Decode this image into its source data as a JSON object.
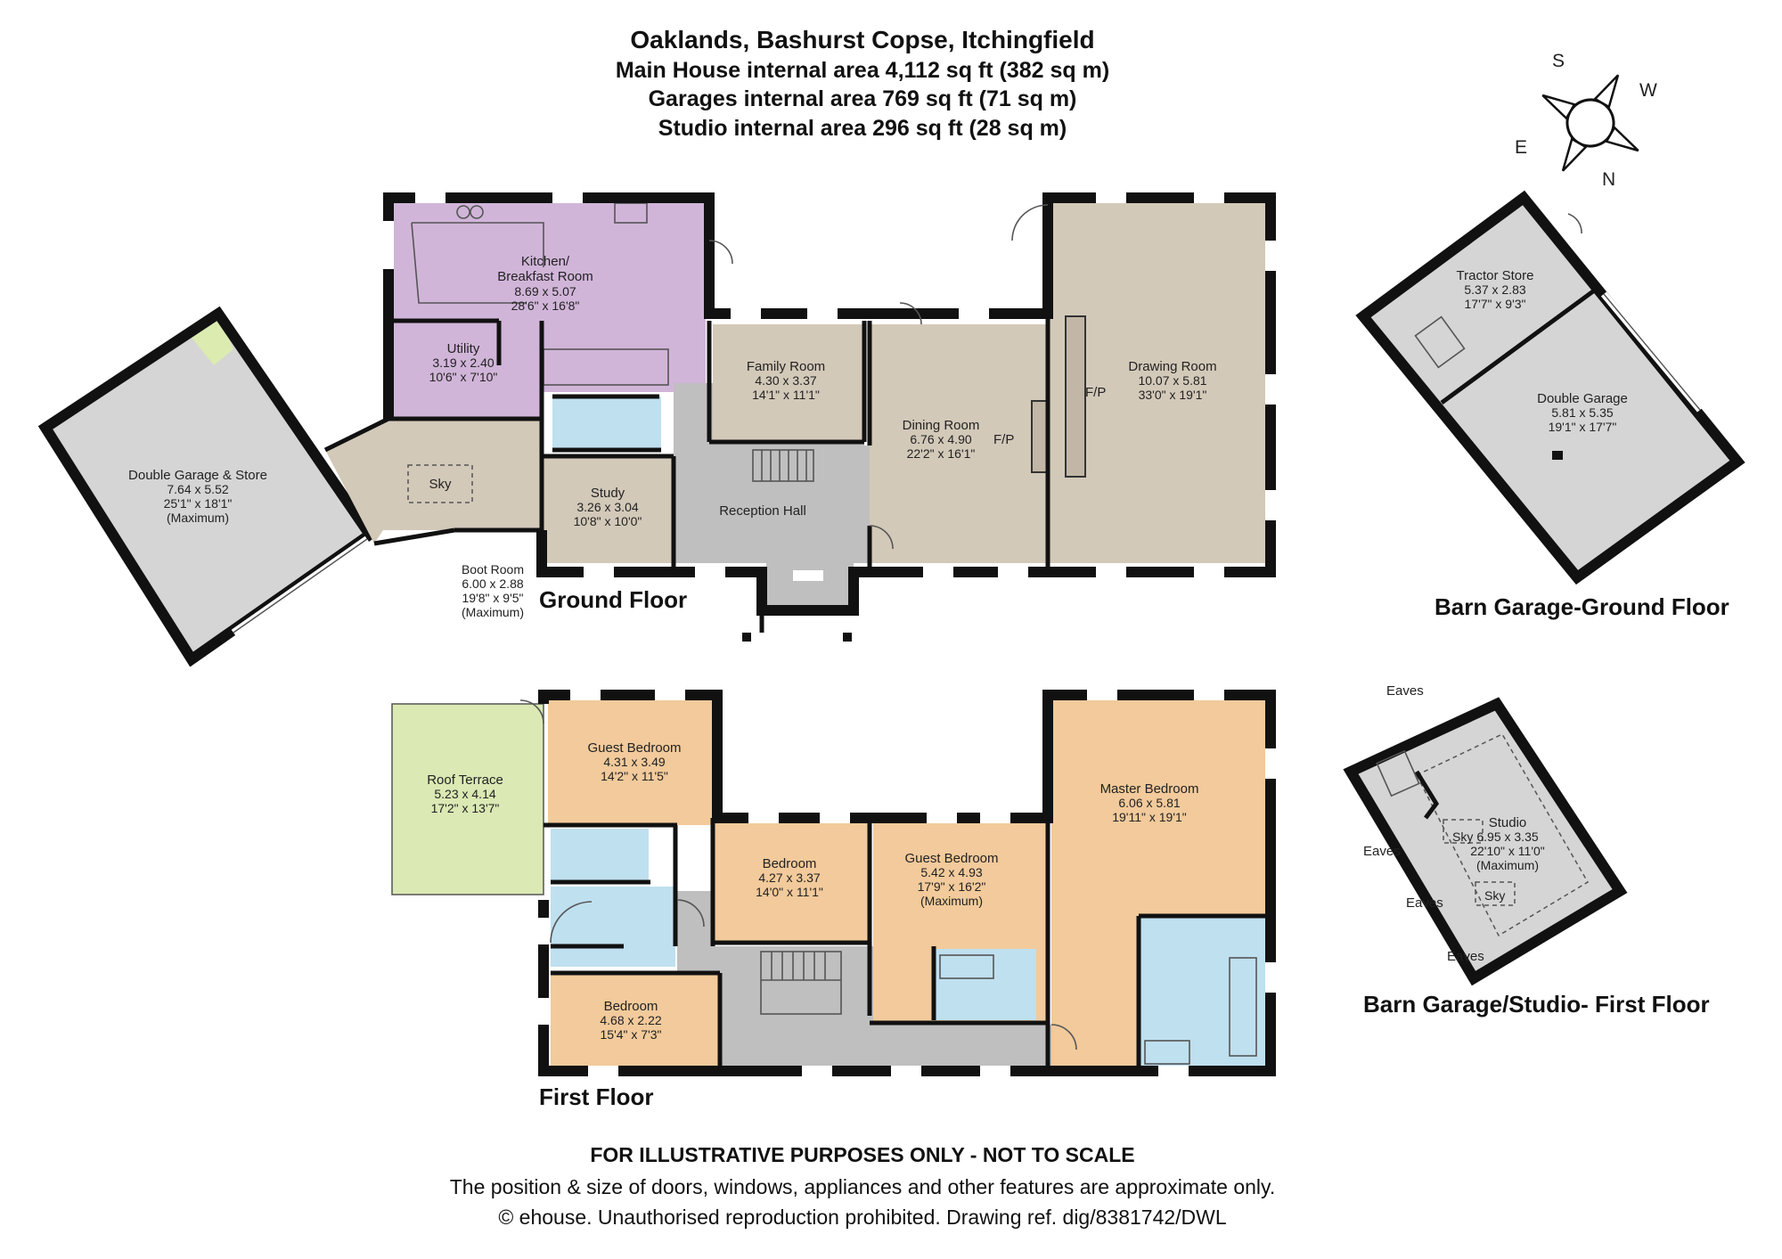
{
  "header": {
    "address": "Oaklands, Bashurst Copse, Itchingfield",
    "main_house_area": "Main House internal area 4,112 sq ft (382 sq m)",
    "garages_area": "Garages internal area 769 sq ft (71 sq m)",
    "studio_area": "Studio internal area 296 sq ft (28 sq m)"
  },
  "compass": {
    "s": "S",
    "w": "W",
    "e": "E",
    "n": "N"
  },
  "colors": {
    "kitchen": "#d1b5d9",
    "living": "#d3c9b9",
    "circulation": "#bfbfbf",
    "bathroom": "#bfe0ef",
    "bedroom": "#f2ca9b",
    "terrace": "#dbe9b4",
    "garage": "#d5d5d5",
    "cupboard": "#dcebb0",
    "walls": "#111111"
  },
  "floors": {
    "ground": "Ground Floor",
    "first": "First Floor",
    "barn_ground": "Barn Garage-Ground Floor",
    "barn_first": "Barn Garage/Studio- First Floor"
  },
  "rooms": {
    "kitchen": {
      "name": "Kitchen/",
      "name2": "Breakfast Room",
      "metric": "8.69 x 5.07",
      "imperial": "28'6\" x 16'8\""
    },
    "utility": {
      "name": "Utility",
      "metric": "3.19 x 2.40",
      "imperial": "10'6\" x 7'10\""
    },
    "double_garage_store": {
      "name": "Double Garage & Store",
      "metric": "7.64 x 5.52",
      "imperial": "25'1\" x 18'1\"",
      "note": "(Maximum)"
    },
    "sky": "Sky",
    "boot_room": {
      "name": "Boot Room",
      "metric": "6.00 x 2.88",
      "imperial": "19'8\" x 9'5\"",
      "note": "(Maximum)"
    },
    "study": {
      "name": "Study",
      "metric": "3.26 x 3.04",
      "imperial": "10'8\" x 10'0\""
    },
    "reception_hall": {
      "name": "Reception Hall"
    },
    "family_room": {
      "name": "Family Room",
      "metric": "4.30 x 3.37",
      "imperial": "14'1\" x 11'1\""
    },
    "dining_room": {
      "name": "Dining Room",
      "metric": "6.76 x 4.90",
      "imperial": "22'2\" x 16'1\""
    },
    "drawing_room": {
      "name": "Drawing Room",
      "metric": "10.07 x 5.81",
      "imperial": "33'0\" x 19'1\""
    },
    "fp": "F/P",
    "roof_terrace": {
      "name": "Roof Terrace",
      "metric": "5.23 x 4.14",
      "imperial": "17'2\" x 13'7\""
    },
    "guest_bedroom_1": {
      "name": "Guest Bedroom",
      "metric": "4.31 x 3.49",
      "imperial": "14'2\" x 11'5\""
    },
    "bedroom_1": {
      "name": "Bedroom",
      "metric": "4.27 x 3.37",
      "imperial": "14'0\" x 11'1\""
    },
    "guest_bedroom_2": {
      "name": "Guest Bedroom",
      "metric": "5.42 x 4.93",
      "imperial": "17'9\" x 16'2\"",
      "note": "(Maximum)"
    },
    "master_bedroom": {
      "name": "Master Bedroom",
      "metric": "6.06 x 5.81",
      "imperial": "19'11\" x 19'1\""
    },
    "bedroom_2": {
      "name": "Bedroom",
      "metric": "4.68 x 2.22",
      "imperial": "15'4\" x 7'3\""
    },
    "tractor_store": {
      "name": "Tractor Store",
      "metric": "5.37 x 2.83",
      "imperial": "17'7\" x 9'3\""
    },
    "double_garage": {
      "name": "Double Garage",
      "metric": "5.81 x 5.35",
      "imperial": "19'1\" x 17'7\""
    },
    "studio": {
      "name": "Studio",
      "metric": "6.95 x 3.35",
      "imperial": "22'10\" x 11'0\"",
      "note": "(Maximum)"
    },
    "eaves": "Eaves"
  },
  "footer": {
    "disclaimer": "FOR ILLUSTRATIVE PURPOSES ONLY - NOT TO SCALE",
    "note": "The position & size of doors, windows, appliances and other features are approximate only.",
    "copyright": "© ehouse. Unauthorised reproduction prohibited. Drawing ref. dig/8381742/DWL"
  }
}
